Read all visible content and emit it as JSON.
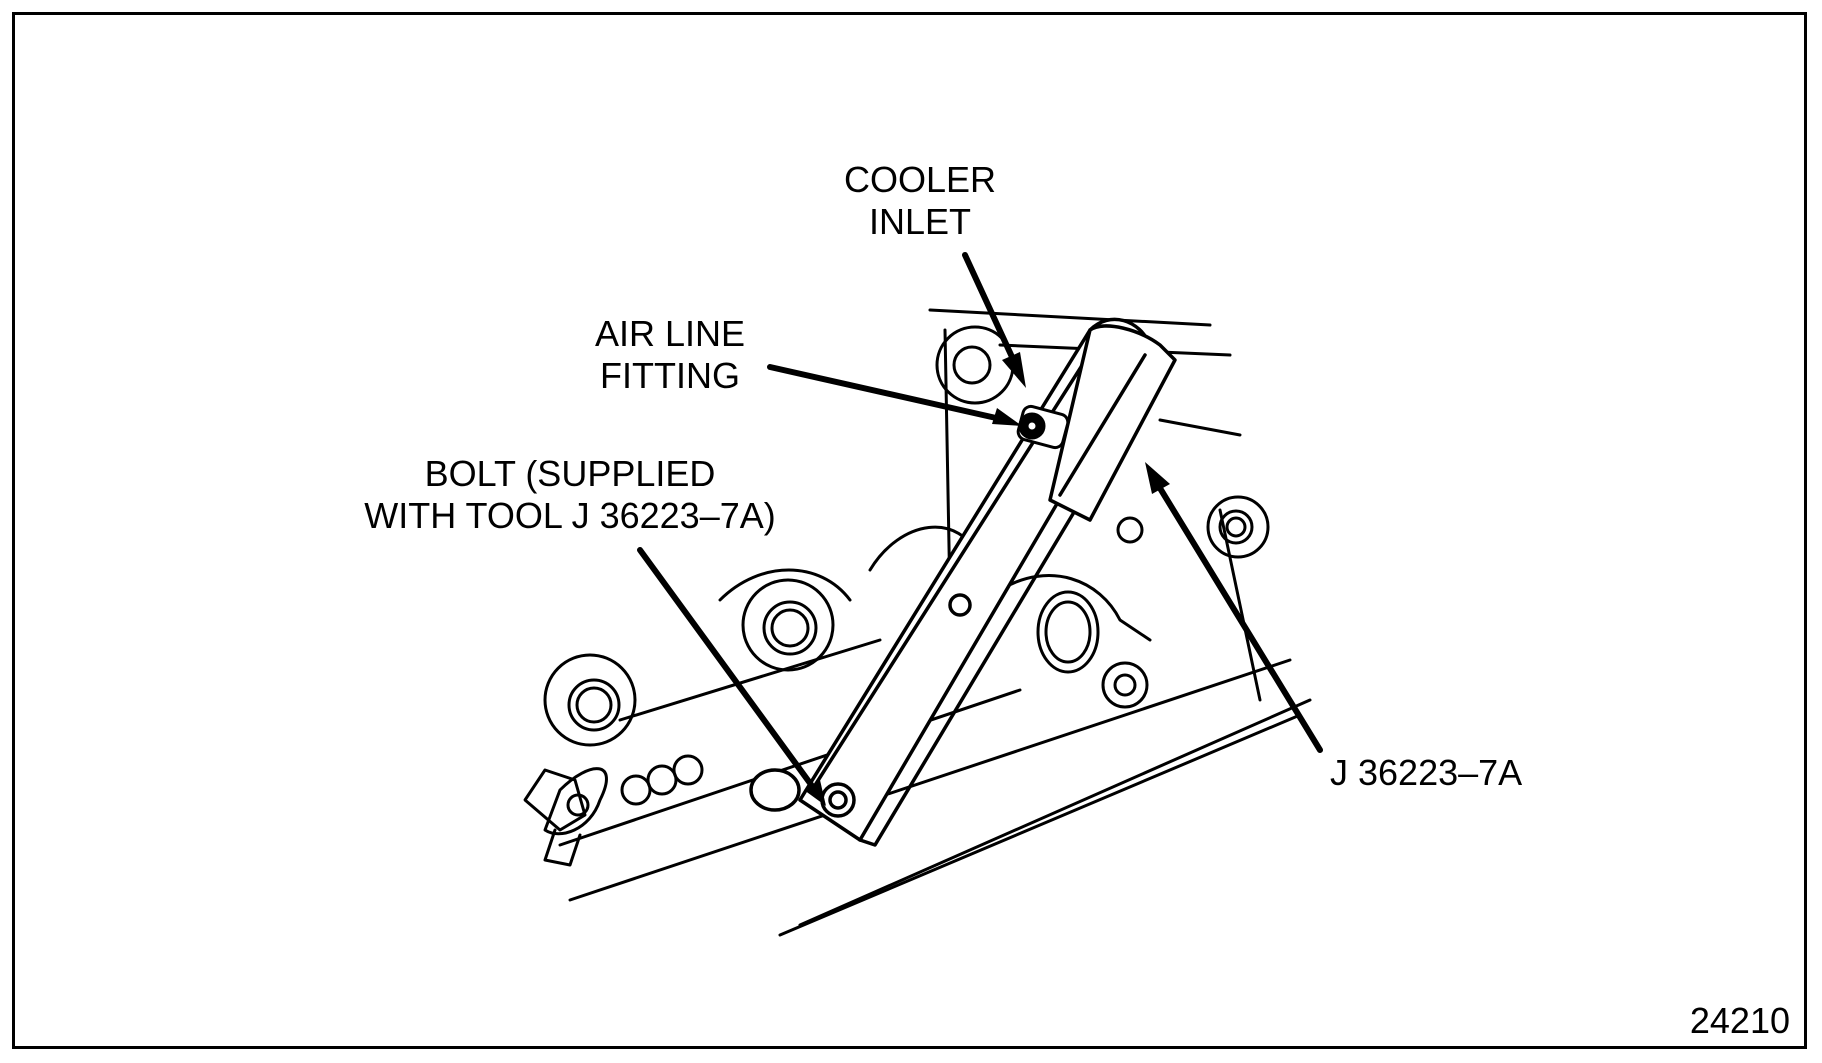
{
  "labels": {
    "cooler_inlet": [
      "COOLER",
      "INLET"
    ],
    "air_line_fitting": [
      "AIR LINE",
      "FITTING"
    ],
    "bolt": [
      "BOLT (SUPPLIED",
      "WITH TOOL J 36223–7A)"
    ],
    "tool": "J 36223–7A"
  },
  "figure_number": "24210"
}
